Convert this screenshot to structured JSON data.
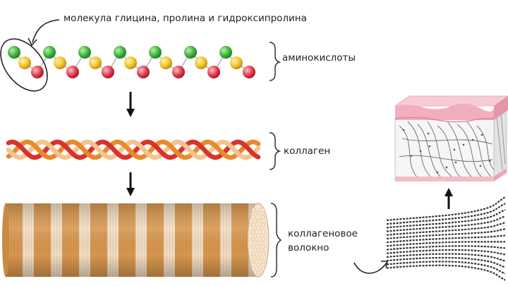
{
  "labels": {
    "molecule": "молекула глицина, пролина и гидроксипролина",
    "amino_acids": "аминокислоты",
    "collagen": "коллаген",
    "fiber_line1": "коллагеновое",
    "fiber_line2": "волокно"
  },
  "colors": {
    "glycine": "#3cb43c",
    "proline": "#f2c22a",
    "hydroxyproline": "#e23a4a",
    "bond": "#aab4be",
    "strand_red": "#d8332c",
    "strand_orange": "#e88a2c",
    "strand_peach": "#f3c48e",
    "fiber_tan": "#d9974e",
    "fiber_cream": "#f2dcc0",
    "skin_pink": "#f4bcc8",
    "arrow": "#111111"
  }
}
